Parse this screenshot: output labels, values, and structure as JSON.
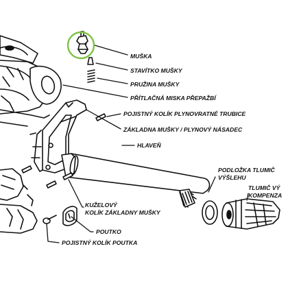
{
  "diagram": {
    "labels": {
      "muska": "MUŠKA",
      "stavitko": "STAVÍTKO MUŠKY",
      "pruzina": "PRUŽINA MUŠKY",
      "pritlacna": "PŘÍTLAČNÁ MISKA PŘEPAŽBÍ",
      "pojistny_kolik_trubice": "POJISTNÝ KOLÍK PLYNOVRATNÉ TRUBICE",
      "zakladna": "ZÁKLADNA MUŠKY / PLYNOVÝ NÁSADEC",
      "hlaven": "HLAVEŇ",
      "podlozka_line1": "PODLOŽKA TLUMIČ",
      "podlozka_line2": "VÝŠLEHU",
      "tlumic_line1": "TLUMIČ VÝ",
      "tlumic_line2": "KOMPENZA",
      "kuzelovy_line1": "KUŽELOVÝ",
      "kuzelovy_line2": "KOLÍK ZÁKLADNY MUŠKY",
      "poutko": "POUTKO",
      "pojistny_kolik_poutka": "POJISTNÝ KOLÍK POUTKA"
    },
    "highlight_color": "#7dc242"
  }
}
